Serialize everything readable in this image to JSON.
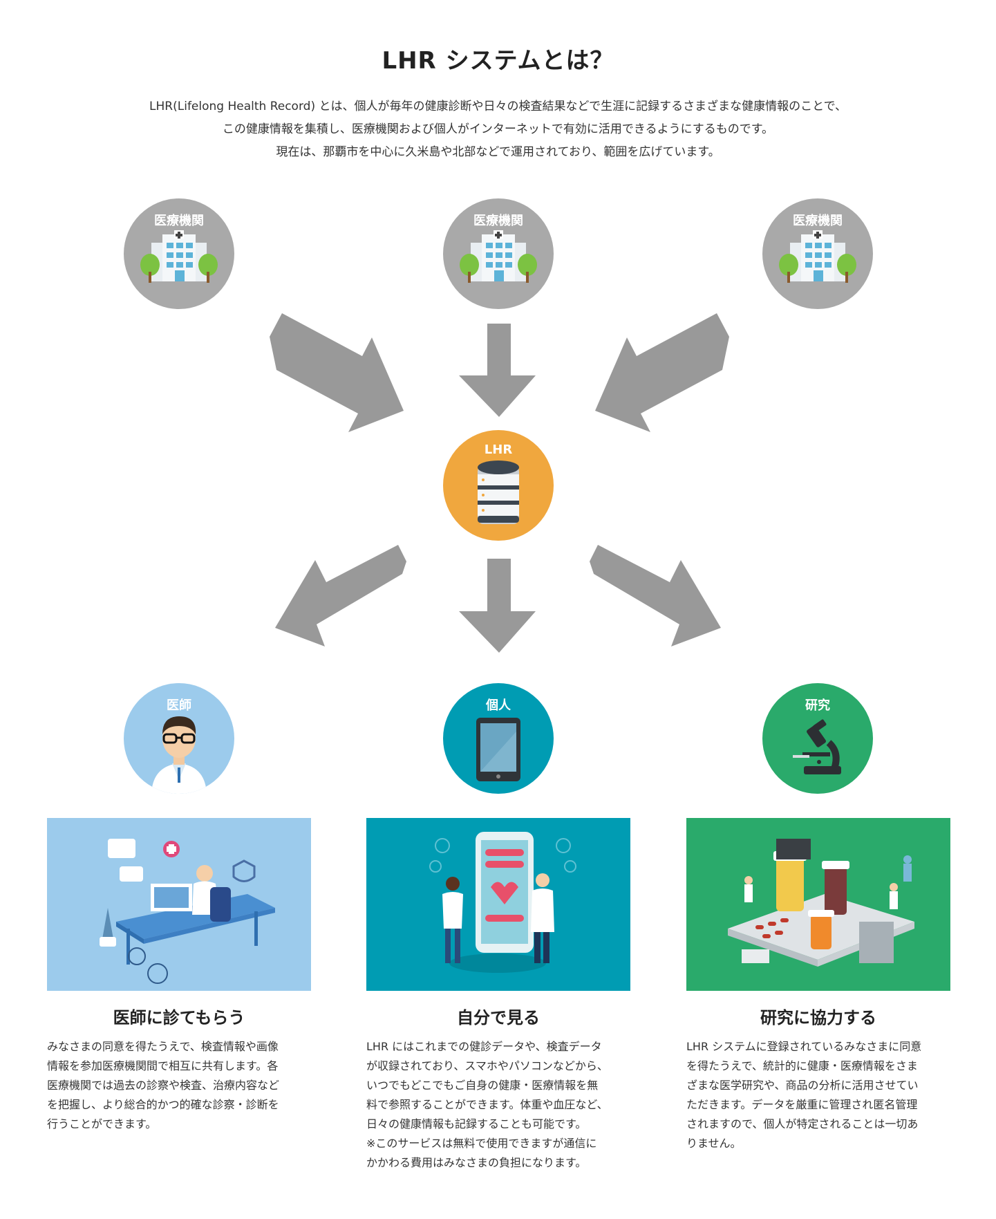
{
  "title": "LHR システムとは？",
  "intro": [
    "LHR(Lifelong Health Record) とは、個人が毎年の健康診断や日々の検査結果などで生涯に記録するさまざまな健康情報のことで、",
    "この健康情報を集積し、医療機関および個人がインターネットで有効に活用できるようにするものです。",
    "現在は、那覇市を中心に久米島や北部などで運用されており、範囲を広げています。"
  ],
  "sources": [
    {
      "label": "医療機関",
      "icon": "hospital-icon"
    },
    {
      "label": "医療機関",
      "icon": "hospital-icon"
    },
    {
      "label": "医療機関",
      "icon": "hospital-icon"
    }
  ],
  "hub": {
    "label": "LHR",
    "icon": "database-icon"
  },
  "targets": [
    {
      "label": "医師",
      "icon": "doctor-icon",
      "color": "#9ccbec"
    },
    {
      "label": "個人",
      "icon": "tablet-icon",
      "color": "#009cb3"
    },
    {
      "label": "研究",
      "icon": "microscope-icon",
      "color": "#2aaa6b"
    }
  ],
  "sections": [
    {
      "title": "医師に診てもらう",
      "image_bg": "#9ccbec",
      "lines": [
        "みなさまの同意を得たうえで、検査情報や画像",
        "情報を参加医療機関間で相互に共有します。各",
        "医療機関では過去の診察や検査、治療内容など",
        "を把握し、より総合的かつ的確な診察・診断を",
        "行うことができます。"
      ]
    },
    {
      "title": "自分で見る",
      "image_bg": "#009cb3",
      "lines": [
        "LHR にはこれまでの健診データや、検査データ",
        "が収録されており、スマホやパソコンなどから、",
        "いつでもどこでもご自身の健康・医療情報を無",
        "料で参照することができます。体重や血圧など、",
        "日々の健康情報も記録することも可能です。",
        "※このサービスは無料で使用できますが通信に",
        "かかわる費用はみなさまの負担になります。"
      ]
    },
    {
      "title": "研究に協力する",
      "image_bg": "#2aaa6b",
      "lines": [
        "LHR システムに登録されているみなさまに同意",
        "を得たうえで、統計的に健康・医療情報をさま",
        "ざまな医学研究や、商品の分析に活用させてい",
        "ただきます。データを厳重に管理され匿名管理",
        "されますので、個人が特定されることは一切あ",
        "りません。"
      ]
    }
  ]
}
